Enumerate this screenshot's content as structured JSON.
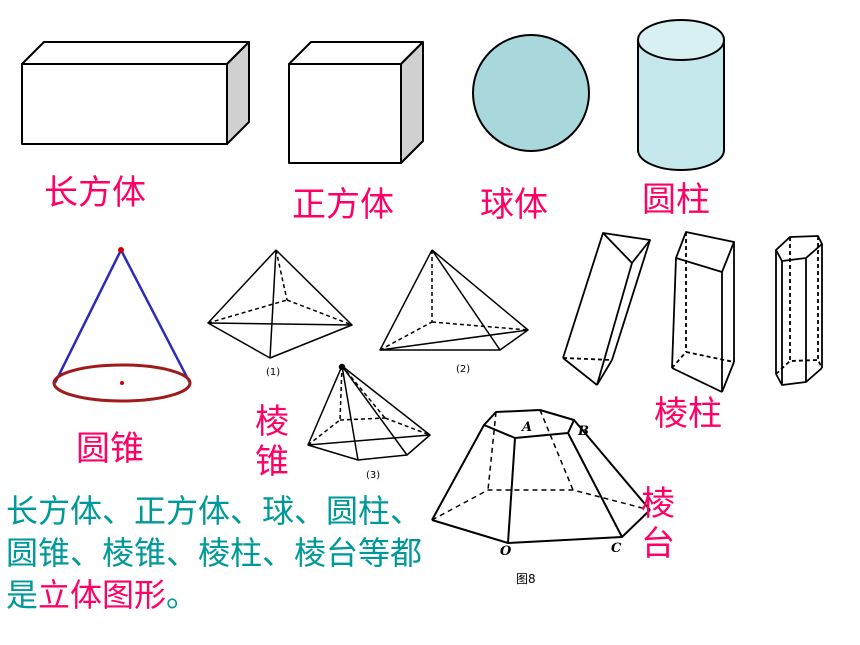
{
  "labels": {
    "cuboid": "长方体",
    "cube": "正方体",
    "sphere": "球体",
    "cylinder": "圆柱",
    "cone": "圆锥",
    "pyramid": "棱锥",
    "prism": "棱柱",
    "frustum": "棱台"
  },
  "figure_captions": {
    "pyramid_1": "(1)",
    "pyramid_2": "(2)",
    "pyramid_3": "(3)",
    "figure": "图8"
  },
  "frustum_vertices": {
    "a": "A",
    "b": "B",
    "c": "C",
    "o": "O"
  },
  "paragraph": {
    "part1": "长方体、正方体、球、圆柱、圆锥、棱锥、棱柱、棱台等都是",
    "highlight": "立体图形",
    "part2": "。"
  },
  "colors": {
    "label": "#ff0066",
    "paragraph": "#009999",
    "sphere_fill": "#a8d8dc",
    "cylinder_fill": "#c4e8ec",
    "cube_side": "#d0d0d0",
    "cone_side": "#2b2bb8",
    "cone_base": "#a01a1a"
  }
}
